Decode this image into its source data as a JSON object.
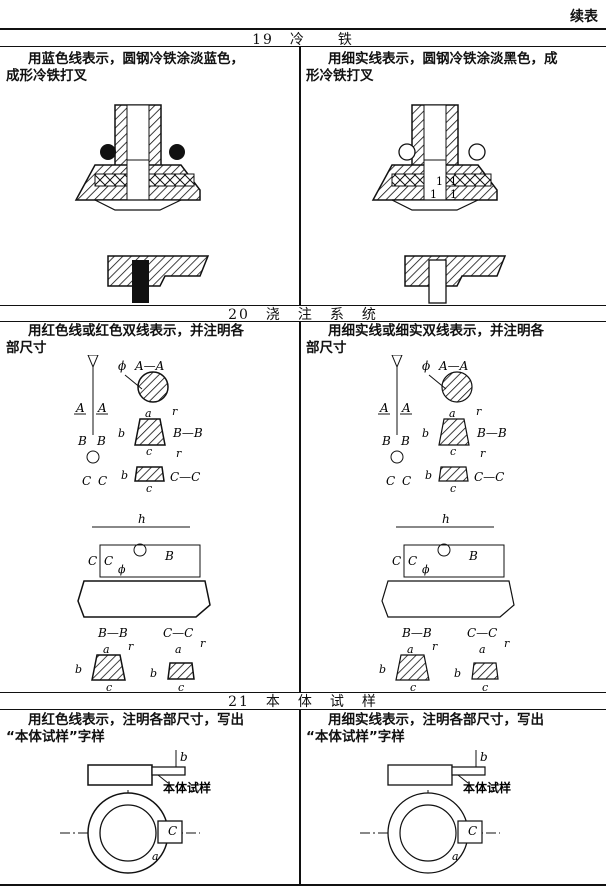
{
  "continued_label": "续表",
  "sections": [
    {
      "title": "19　冷　　铁",
      "left_desc": [
        "用蓝色线表示，圆钢冷铁涂淡蓝色，",
        "成形冷铁打叉"
      ],
      "right_desc": [
        "用细实线表示，圆钢冷铁涂淡黑色，成",
        "形冷铁打叉"
      ]
    },
    {
      "title": "20　浇　注　系　统",
      "left_desc": [
        "用红色线或红色双线表示，并注明各",
        "部尺寸"
      ],
      "right_desc": [
        "用细实线或细实双线表示，并注明各",
        "部尺寸"
      ]
    },
    {
      "title": "21　本　体　试　样",
      "left_desc": [
        "用红色线表示，注明各部尺寸，写出",
        "“本体试样”字样"
      ],
      "right_desc": [
        "用细实线表示，注明各部尺寸，写出",
        "“本体试样”字样"
      ]
    }
  ],
  "diagram_labels": {
    "AA": "A—A",
    "BB": "B—B",
    "CC": "C—C",
    "A": "A",
    "B": "B",
    "C": "C",
    "a": "a",
    "b": "b",
    "c": "c",
    "r": "r",
    "h": "h",
    "phi": "ϕ",
    "one": "1",
    "specimen": "本体试样"
  }
}
